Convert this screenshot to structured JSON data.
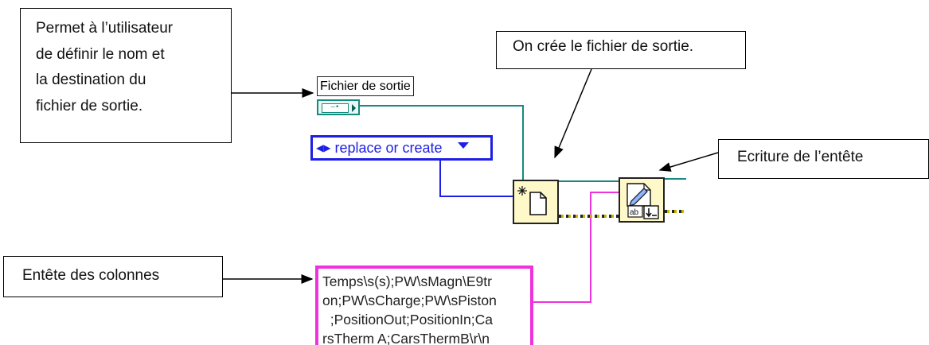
{
  "callouts": {
    "user_file": [
      "Permet à l’utilisateur",
      "de définir  le nom et",
      "la destination du",
      "fichier de sortie."
    ],
    "create_file": "On crée le fichier de sortie.",
    "write_header": "Ecriture de l’entête",
    "column_header": "Entête des colonnes"
  },
  "controls": {
    "file_label": "Fichier de sortie",
    "enum_value": "replace or create",
    "string_lines": [
      "Temps\\s(s);PW\\sMagn\\E9tr",
      "on;PW\\sCharge;PW\\sPiston",
      "  ;PositionOut;PositionIn;Ca",
      "rsTherm A;CarsThermB\\r\\n"
    ]
  },
  "colors": {
    "path_wire": "#148a7e",
    "enum_wire": "#1e1ee6",
    "string_wire": "#ee33dd",
    "error_wire": "#c8b400",
    "vi_fill": "#fff8c8"
  },
  "icons": [
    "enum-arrow-icon",
    "new-file-icon",
    "write-text-icon"
  ]
}
